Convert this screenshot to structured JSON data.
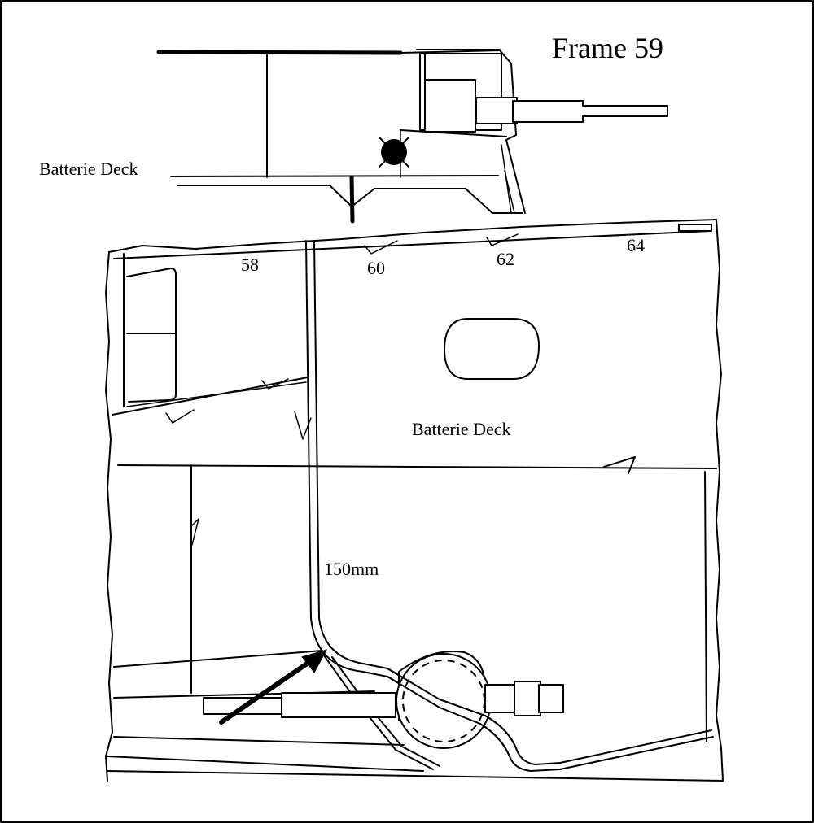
{
  "title": "Frame 59",
  "labels": {
    "upper_deck": "Batterie Deck",
    "lower_deck": "Batterie Deck",
    "frame_58": "58",
    "frame_60": "60",
    "frame_62": "62",
    "frame_64": "64",
    "thickness": "150mm"
  },
  "colors": {
    "line": "#000000",
    "background": "#ffffff"
  }
}
